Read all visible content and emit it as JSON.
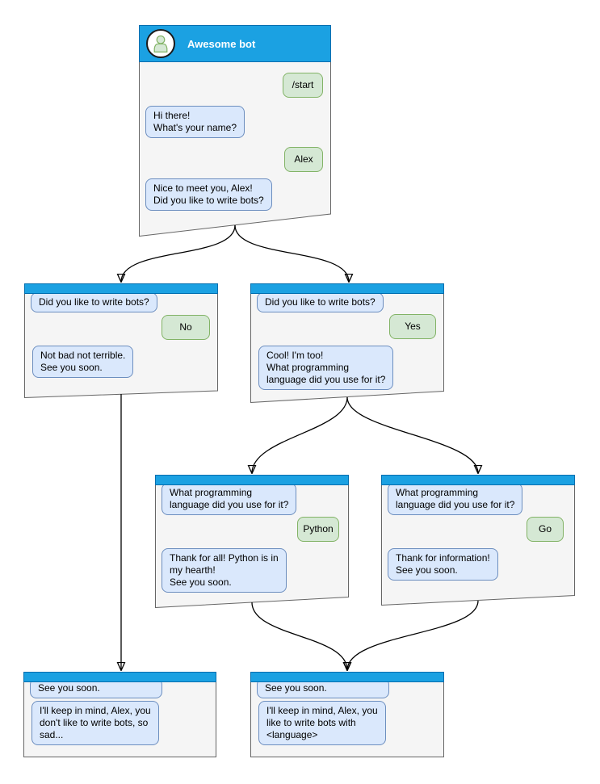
{
  "diagram_title": "Chat bot conversation flow",
  "colors": {
    "background": "#ffffff",
    "header_fill": "#1ba1e2",
    "header_stroke": "#006eaf",
    "card_fill": "#f5f5f5",
    "card_stroke": "#666666",
    "bot_bubble_fill": "#dae8fc",
    "bot_bubble_stroke": "#6c8ebf",
    "user_bubble_fill": "#d5e8d4",
    "user_bubble_stroke": "#82b366",
    "arrow": "#000000",
    "title_text": "#ffffff"
  },
  "nodes": {
    "start": {
      "type": "chat-window",
      "title": "Awesome bot",
      "avatar_icon": "person-icon",
      "messages": [
        {
          "from": "user",
          "text": "/start"
        },
        {
          "from": "bot",
          "text": "Hi there!\nWhat's your name?"
        },
        {
          "from": "user",
          "text": "Alex"
        },
        {
          "from": "bot",
          "text": "Nice to meet you, Alex!\nDid you like to write bots?"
        }
      ]
    },
    "branch_no": {
      "type": "chat-window",
      "messages": [
        {
          "from": "bot",
          "text": "Did you like to write bots?"
        },
        {
          "from": "user",
          "text": "No"
        },
        {
          "from": "bot",
          "text": "Not bad not terrible.\nSee you soon."
        }
      ]
    },
    "branch_yes": {
      "type": "chat-window",
      "messages": [
        {
          "from": "bot",
          "text": "Did you like to write bots?"
        },
        {
          "from": "user",
          "text": "Yes"
        },
        {
          "from": "bot",
          "text": "Cool! I'm too!\nWhat programming\nlanguage did you use for it?"
        }
      ]
    },
    "branch_python": {
      "type": "chat-window",
      "messages": [
        {
          "from": "bot",
          "text": "What programming\nlanguage did you use for it?"
        },
        {
          "from": "user",
          "text": "Python"
        },
        {
          "from": "bot",
          "text": "Thank for all! Python is in\nmy hearth!\nSee you soon."
        }
      ]
    },
    "branch_go": {
      "type": "chat-window",
      "messages": [
        {
          "from": "bot",
          "text": "What programming\nlanguage did you use for it?"
        },
        {
          "from": "user",
          "text": "Go"
        },
        {
          "from": "bot",
          "text": "Thank for information!\nSee you soon."
        }
      ]
    },
    "end_no": {
      "type": "chat-window",
      "messages": [
        {
          "from": "bot",
          "text": "See you soon."
        },
        {
          "from": "bot",
          "text": "I'll keep in mind, Alex, you\ndon't like to write bots, so\nsad..."
        }
      ]
    },
    "end_lang": {
      "type": "chat-window",
      "messages": [
        {
          "from": "bot",
          "text": "See you soon."
        },
        {
          "from": "bot",
          "text": "I'll keep in mind, Alex, you\nlike to write bots with\n<language>"
        }
      ]
    }
  },
  "edges": [
    {
      "from": "start",
      "to": "branch_no"
    },
    {
      "from": "start",
      "to": "branch_yes"
    },
    {
      "from": "branch_yes",
      "to": "branch_python"
    },
    {
      "from": "branch_yes",
      "to": "branch_go"
    },
    {
      "from": "branch_no",
      "to": "end_no"
    },
    {
      "from": "branch_python",
      "to": "end_lang"
    },
    {
      "from": "branch_go",
      "to": "end_lang"
    }
  ]
}
